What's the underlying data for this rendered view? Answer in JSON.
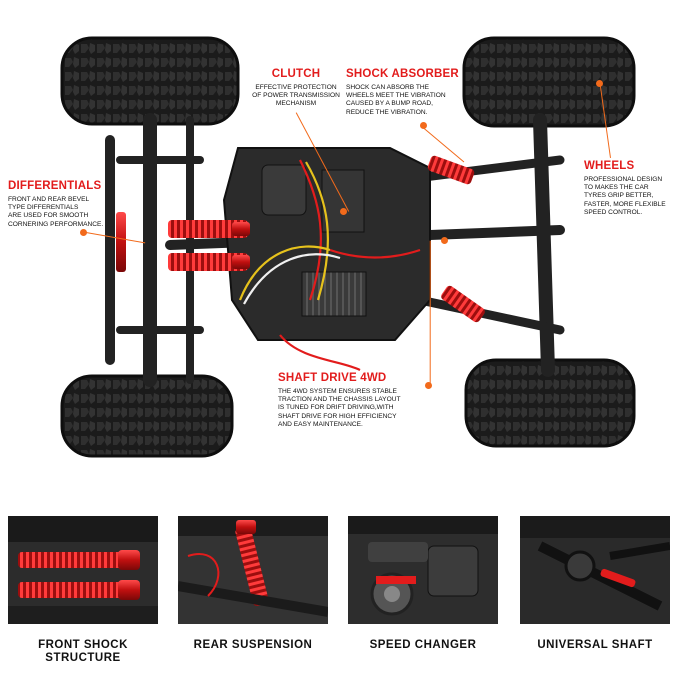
{
  "colors": {
    "accent": "#e21c1c",
    "pointer": "#f26a1b",
    "chassis": "#2b2b2b",
    "tire": "#1c1c1c"
  },
  "callouts": {
    "clutch": {
      "title": "CLUTCH",
      "desc": [
        "EFFECTIVE PROTECTION",
        "OF POWER TRANSMISSION",
        "MECHANISM"
      ]
    },
    "shock_absorber": {
      "title": "SHOCK ABSORBER",
      "desc": [
        "SHOCK CAN ABSORB THE",
        "WHEELS MEET THE VIBRATION",
        "CAUSED BY A BUMP ROAD,",
        "REDUCE THE VIBRATION."
      ]
    },
    "differentials": {
      "title": "DIFFERENTIALS",
      "desc": [
        "FRONT AND REAR BEVEL",
        "TYPE DIFFERENTIALS",
        "ARE USED FOR SMOOTH",
        "CORNERING PERFORMANCE."
      ]
    },
    "wheels": {
      "title": "WHEELS",
      "desc": [
        "PROFESSIONAL DESIGN",
        "TO MAKES THE CAR",
        "TYRES GRIP BETTER,",
        "FASTER, MORE FLEXIBLE",
        "SPEED CONTROL."
      ]
    },
    "shaft_drive": {
      "title": "SHAFT DRIVE 4WD",
      "desc": [
        "THE 4WD SYSTEM ENSURES STABLE",
        "TRACTION AND THE CHASSIS LAYOUT",
        "IS TUNED FOR DRIFT DRIVING,WITH",
        "SHAFT DRIVE FOR HIGH EFFICIENCY",
        "AND EASY MAINTENANCE."
      ]
    }
  },
  "details": [
    {
      "caption_lines": [
        "FRONT SHOCK",
        "STRUCTURE"
      ]
    },
    {
      "caption_lines": [
        "REAR SUSPENSION"
      ]
    },
    {
      "caption_lines": [
        "SPEED CHANGER"
      ]
    },
    {
      "caption_lines": [
        "UNIVERSAL SHAFT"
      ]
    }
  ]
}
